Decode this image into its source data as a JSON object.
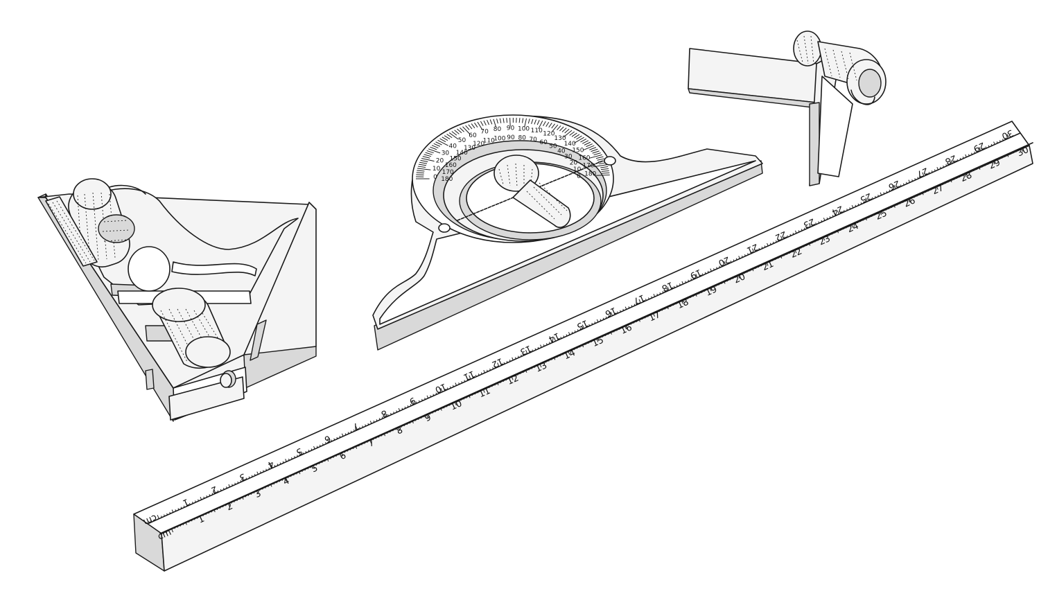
{
  "ruler": {
    "top_unit": "cm",
    "bottom_unit": "cm",
    "top_numbers": [
      "1",
      "2",
      "3",
      "4",
      "5",
      "6",
      "7",
      "8",
      "9",
      "10",
      "11",
      "12",
      "13",
      "14",
      "15",
      "16",
      "17",
      "18",
      "19",
      "20",
      "21",
      "22",
      "23",
      "24",
      "25",
      "26",
      "27",
      "28",
      "29",
      "30"
    ],
    "bottom_numbers": [
      "1",
      "2",
      "3",
      "4",
      "5",
      "6",
      "7",
      "8",
      "9",
      "10",
      "11",
      "12",
      "13",
      "14",
      "15",
      "16",
      "17",
      "18",
      "19",
      "20",
      "21",
      "22",
      "23",
      "24",
      "25",
      "26",
      "27",
      "28",
      "29",
      "30"
    ]
  },
  "protractor": {
    "outer_scale": [
      "0",
      "10",
      "20",
      "30",
      "40",
      "50",
      "60",
      "70",
      "80",
      "90",
      "100",
      "110",
      "120",
      "130",
      "140",
      "150",
      "160",
      "170",
      "180"
    ],
    "inner_scale": [
      "180",
      "170",
      "160",
      "150",
      "140",
      "130",
      "120",
      "110",
      "100",
      "90",
      "80",
      "70",
      "60",
      "50",
      "40",
      "30",
      "20",
      "10",
      "0"
    ]
  },
  "tools": [
    "square-head",
    "protractor-head",
    "center-head",
    "steel-rule"
  ]
}
